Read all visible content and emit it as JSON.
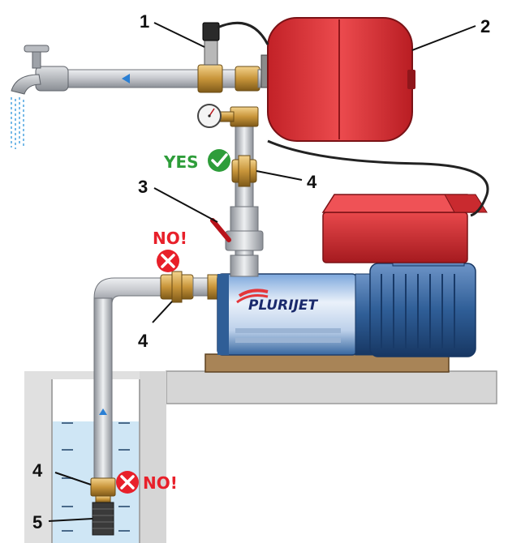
{
  "labels": {
    "n1": "1",
    "n2": "2",
    "n3": "3",
    "n4_top": "4",
    "n4_mid": "4",
    "n4_bottom": "4",
    "n5": "5"
  },
  "marks": {
    "yes_text": "YES",
    "no_top_text": "NO!",
    "no_bottom_text": "NO!"
  },
  "brand": {
    "name": "PLURIJET"
  },
  "colors": {
    "tank_red": "#e4363a",
    "pipe_grey": "#c9cbd0",
    "brass": "#c8953a",
    "motor_blue": "#2f5e97",
    "water_blue": "#cfe6f5",
    "flow_arrow": "#2a7fd4",
    "yes_green": "#2e9d3a",
    "no_red": "#e8202a"
  }
}
